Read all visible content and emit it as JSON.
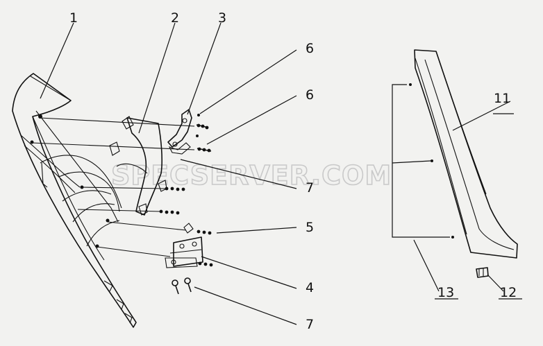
{
  "diagram": {
    "callouts": [
      {
        "id": "c1",
        "text": "1"
      },
      {
        "id": "c2",
        "text": "2"
      },
      {
        "id": "c3",
        "text": "3"
      },
      {
        "id": "c6a",
        "text": "6"
      },
      {
        "id": "c6b",
        "text": "6"
      },
      {
        "id": "c7a",
        "text": "7"
      },
      {
        "id": "c5",
        "text": "5"
      },
      {
        "id": "c4",
        "text": "4"
      },
      {
        "id": "c7b",
        "text": "7"
      },
      {
        "id": "c11",
        "text": "11"
      },
      {
        "id": "c12",
        "text": "12"
      },
      {
        "id": "c13",
        "text": "13"
      }
    ],
    "watermark": "SPECSERVER.COM"
  }
}
